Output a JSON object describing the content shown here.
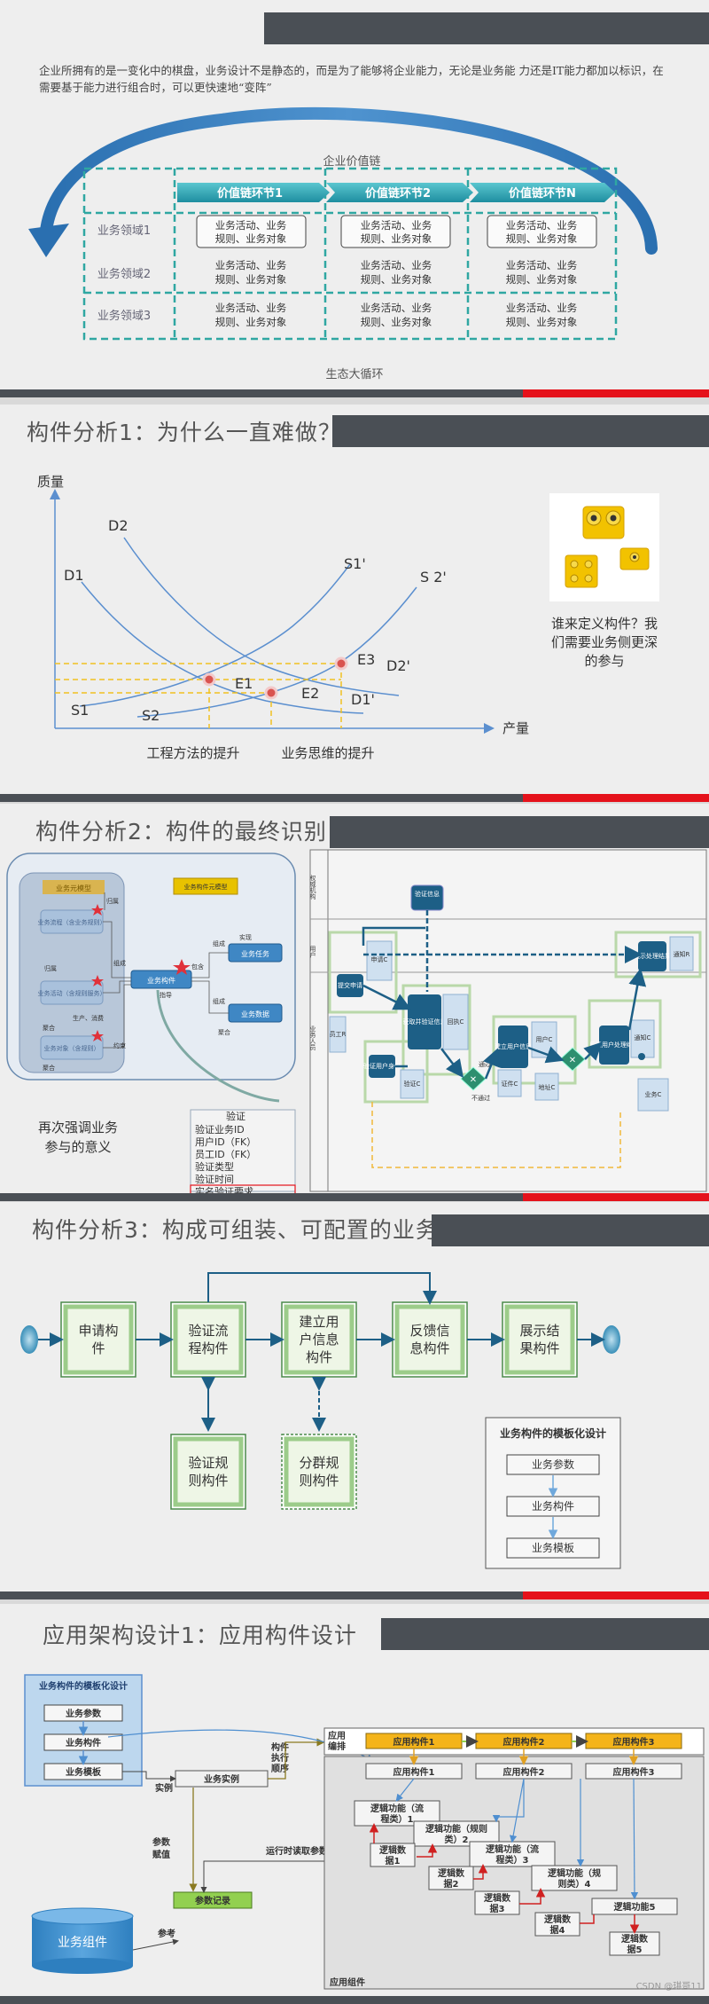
{
  "slide1": {
    "intro": "企业所拥有的是一变化中的棋盘，业务设计不是静态的，而是为了能够将企业能力，无论是业务能 力还是IT能力都加以标识，在需要基于能力进行组合时，可以更快速地“变阵”",
    "value_chain_label": "企业价值链",
    "ecosystem_label": "生态大循环",
    "chain_links": [
      "价值链环节1",
      "价值链环节2",
      "价值链环节N"
    ],
    "domains": [
      "业务领域1",
      "业务领域2",
      "业务领域3"
    ],
    "cell_line1": "业务活动、业务",
    "cell_line2": "规则、业务对象"
  },
  "slide2": {
    "title": "构件分析1：为什么一直难做？",
    "y_axis": "质量",
    "x_axis": "产量",
    "curves": {
      "d1": "D1",
      "d2": "D2",
      "s1p": "S1'",
      "s2p": "S 2'",
      "d2p": "D2'",
      "d1p": "D1'",
      "s1": "S1",
      "s2": "S2"
    },
    "points": {
      "e1": "E1",
      "e2": "E2",
      "e3": "E3"
    },
    "bottom_label_1": "工程方法的提升",
    "bottom_label_2": "业务思维的提升",
    "side_text": [
      "谁来定义构件？我",
      "们需要业务侧更深",
      "的参与"
    ]
  },
  "slide3": {
    "title": "构件分析2：构件的最终识别",
    "meta": {
      "meta_model": "业务元模型",
      "construct_model": "业务构件元模型",
      "process": "业务流程（含业务规则）",
      "activity": "业务活动（含规则服务）",
      "object": "业务对象（含规则）",
      "component": "业务构件",
      "task": "业务任务",
      "data": "业务数据",
      "r_belongs": "归属",
      "r_contains": "包含",
      "r_compose": "组成",
      "r_implement": "实现",
      "r_aggregate": "聚合",
      "r_guide": "指导",
      "r_produce": "生产、消费",
      "r_constraint": "约束"
    },
    "emphasis": [
      "再次强调业务",
      "参与的意义"
    ],
    "verify_table": {
      "header": "验证",
      "rows": [
        "验证业务ID",
        "用户ID（FK）",
        "员工ID（FK）",
        "验证类型",
        "验证时间",
        "实名验证要求"
      ]
    },
    "flow": {
      "lane_top": "权威机构",
      "lane_mid": "用户",
      "lane_bottom": "业务人员",
      "verify_info": "验证信息",
      "apply": "提交申请",
      "apply_c": "申请C",
      "staff_r": "员工R",
      "verify_identity": "验证用户身份",
      "verify_c": "验证C",
      "reset": "获取并验证信息",
      "return": "回执C",
      "pass": "通过",
      "fail": "不通过",
      "create_user": "建立用户信息",
      "user_c": "用户C",
      "cert_c": "证件C",
      "addr_c": "地址C",
      "feedback": "反馈用户处理结果",
      "notify_c": "通知C",
      "biz_c": "业务C",
      "show_result": "展示处理结果",
      "notify_r": "通知R"
    }
  },
  "slide4": {
    "title": "构件分析3：构成可组装、可配置的业务",
    "flow_boxes": [
      "申请构件",
      "验证流程构件",
      "建立用户信息构件",
      "反馈信息构件",
      "展示结果构件"
    ],
    "lower_boxes": [
      "验证规则构件",
      "分群规则构件"
    ],
    "legend_title": "业务构件的模板化设计",
    "legend_items": [
      "业务参数",
      "业务构件",
      "业务模板"
    ]
  },
  "slide5": {
    "title": "应用架构设计1：应用构件设计",
    "template_title": "业务构件的模板化设计",
    "template_items": [
      "业务参数",
      "业务构件",
      "业务模板"
    ],
    "biz_instance": "业务实例",
    "instance_label": "实例",
    "order_label": "构件执行顺序",
    "assign_label": "参数赋值",
    "runtime_label": "运行时读取参数记录",
    "param_record": "参数记录",
    "biz_component": "业务组件",
    "ref_label": "参考",
    "app_orch": "应用编排",
    "app_group": "应用组件",
    "orch_items": [
      "应用构件1",
      "应用构件2",
      "应用构件3"
    ],
    "app_items": [
      "应用构件1",
      "应用构件2",
      "应用构件3"
    ],
    "funcs": [
      "逻辑功能（流程类）1",
      "逻辑功能（规则类）2",
      "逻辑功能（流程类）3",
      "逻辑功能（规则类）4",
      "逻辑功能5"
    ],
    "datas": [
      "逻辑数据1",
      "逻辑数据2",
      "逻辑数据3",
      "逻辑数据4",
      "逻辑数据5"
    ],
    "watermark": "CSDN @琪哥11"
  },
  "colors": {
    "dark_bar": "#4a4f55",
    "red": "#e5121b",
    "teal": "#2fa7a2",
    "chain_blue": "#1f6fa8",
    "process_green": "#8cc78c",
    "box_blue": "#2e7fbf",
    "orange": "#f4b41a"
  }
}
